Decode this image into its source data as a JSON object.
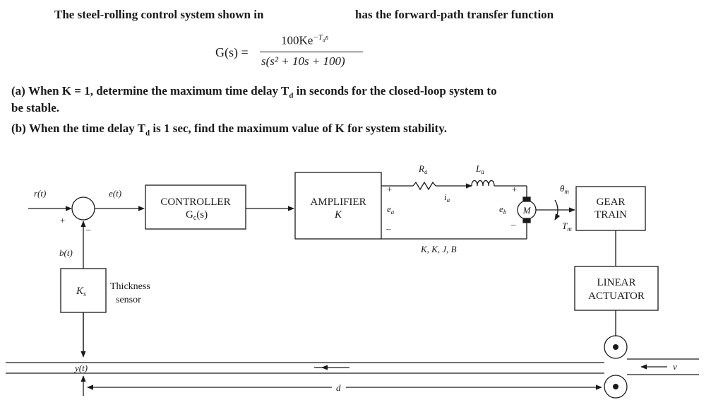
{
  "problem": {
    "intro_left": "The steel-rolling control system shown in",
    "intro_right": "has the forward-path transfer function",
    "equation": {
      "lhs": "G(s) =",
      "numerator": "100Ke",
      "numerator_exp": "−T",
      "numerator_exp_sub": "d",
      "numerator_exp_tail": "s",
      "denominator": "s(s² + 10s + 100)"
    },
    "part_a_label": "(a)",
    "part_a_text": "When K = 1, determine the maximum time delay T",
    "part_a_sub": "d",
    "part_a_rest": " in seconds for the closed-loop system to",
    "part_a_line2": "be stable.",
    "part_b_label": "(b)",
    "part_b_text": "When the time delay T",
    "part_b_sub": "d",
    "part_b_rest": " is 1 sec, find the maximum value of K for system stability."
  },
  "diagram": {
    "signals": {
      "r": "r(t)",
      "e": "e(t)",
      "b": "b(t)",
      "y": "y(t)",
      "plus_top": "+",
      "plus_left": "+",
      "minus": "–"
    },
    "controller": {
      "line1": "CONTROLLER",
      "line2": "G",
      "line2_sub": "c",
      "line2_tail": "(s)"
    },
    "amplifier": {
      "line1": "AMPLIFIER",
      "line2": "K"
    },
    "circuit": {
      "ra": "R",
      "ra_sub": "a",
      "la": "L",
      "la_sub": "a",
      "ia": "i",
      "ia_sub": "a",
      "ea": "e",
      "ea_sub": "a",
      "eb": "e",
      "eb_sub": "b",
      "plus_left": "+",
      "minus_left": "–",
      "plus_right": "+",
      "minus_right": "–",
      "motor": "M",
      "params": "K",
      "params_full": "K, K, J, B"
    },
    "motor_out": {
      "theta": "θ",
      "theta_sub": "m",
      "torque": "T",
      "torque_sub": "m"
    },
    "gear_train": {
      "line1": "GEAR",
      "line2": "TRAIN"
    },
    "linear_actuator": {
      "line1": "LINEAR",
      "line2": "ACTUATOR"
    },
    "sensor": {
      "gain": "K",
      "gain_sub": "s",
      "label1": "Thickness",
      "label2": "sensor"
    },
    "velocity": "v",
    "distance": "d"
  }
}
